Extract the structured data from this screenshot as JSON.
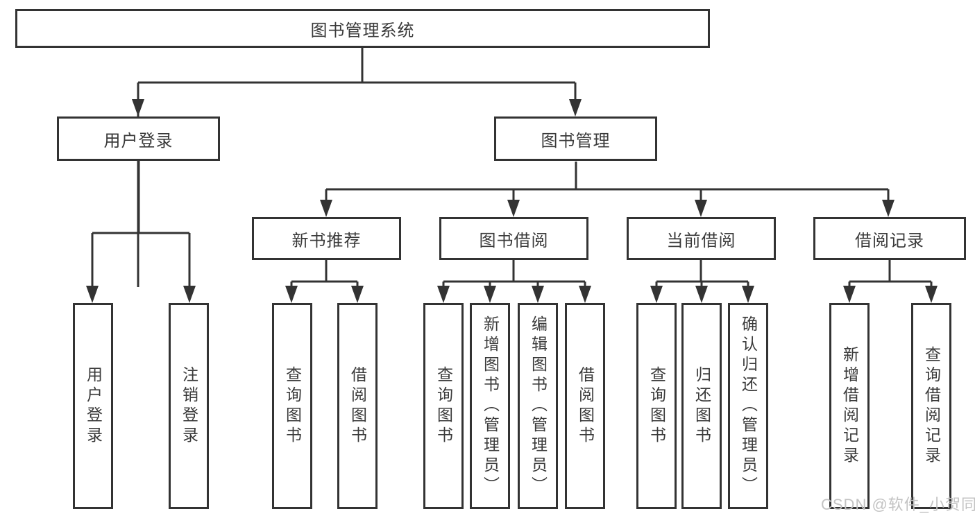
{
  "diagram": {
    "nodes": {
      "root": {
        "label": "图书管理系统"
      },
      "user_login": {
        "label": "用户登录"
      },
      "book_management": {
        "label": "图书管理"
      },
      "new_book_recommend": {
        "label": "新书推荐"
      },
      "book_borrow": {
        "label": "图书借阅"
      },
      "current_borrow": {
        "label": "当前借阅"
      },
      "borrow_records": {
        "label": "借阅记录"
      },
      "leaf_user_login": {
        "label": "用户登录"
      },
      "leaf_logout": {
        "label": "注销登录"
      },
      "leaf_query_book_recommend": {
        "label": "查询图书"
      },
      "leaf_borrow_book_recommend": {
        "label": "借阅图书"
      },
      "leaf_query_book_borrow": {
        "label": "查询图书"
      },
      "leaf_add_book_admin": {
        "label": "新增图书（管理员）"
      },
      "leaf_edit_book_admin": {
        "label": "编辑图书（管理员）"
      },
      "leaf_borrow_book_borrow": {
        "label": "借阅图书"
      },
      "leaf_query_book_current": {
        "label": "查询图书"
      },
      "leaf_return_book": {
        "label": "归还图书"
      },
      "leaf_confirm_return_admin": {
        "label": "确认归还（管理员）"
      },
      "leaf_add_borrow_record": {
        "label": "新增借阅记录"
      },
      "leaf_query_borrow_record": {
        "label": "查询借阅记录"
      }
    },
    "colors": {
      "line": "#333333",
      "text": "#3a3a3a",
      "box_background": "#ffffff",
      "watermark": "#c3c3c3"
    }
  },
  "watermark": {
    "text": "CSDN @软件_小贺同学"
  }
}
